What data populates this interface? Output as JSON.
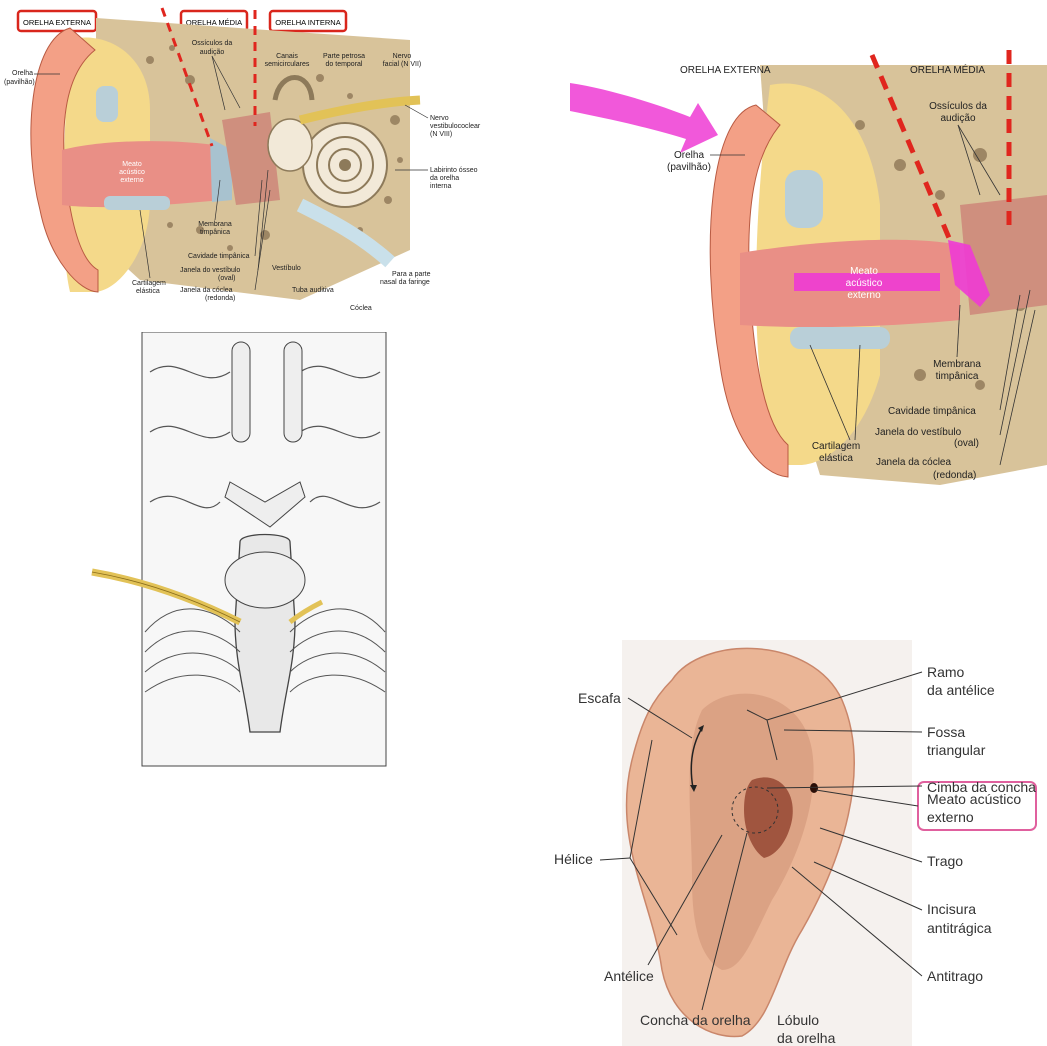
{
  "colors": {
    "red_dash": "#e0261e",
    "red_box": "#d9261c",
    "magenta": "#ee3bd4",
    "skin": "#f3a086",
    "canal": "#e98f86",
    "bone": "#d8c39a",
    "fat": "#f4d98a",
    "cartilage": "#b9cfd8",
    "nerve": "#e2c257",
    "leader": "#333333",
    "pink_box": "#e0609e"
  },
  "panel_top_left": {
    "headers": [
      "ORELHA EXTERNA",
      "ORELHA MÉDIA",
      "ORELHA INTERNA"
    ],
    "labels": {
      "orelha_1": "Orelha",
      "orelha_2": "(pavilhão)",
      "ossiculos_1": "Ossículos da",
      "ossiculos_2": "audição",
      "canais_1": "Canais",
      "canais_2": "semicirculares",
      "petrosa_1": "Parte petrosa",
      "petrosa_2": "do temporal",
      "facial_1": "Nervo",
      "facial_2": "facial (N VII)",
      "vestcoc_1": "Nervo",
      "vestcoc_2": "vestibulococlear",
      "vestcoc_3": "(N VIII)",
      "labirinto_1": "Labirinto ósseo",
      "labirinto_2": "da orelha",
      "labirinto_3": "interna",
      "meato_1": "Meato",
      "meato_2": "acústico",
      "meato_3": "externo",
      "membrana_1": "Membrana",
      "membrana_2": "timpânica",
      "cavidade": "Cavidade timpânica",
      "janela_vest_1": "Janela do vestíbulo",
      "janela_vest_2": "(oval)",
      "janela_coc_1": "Janela da cóclea",
      "janela_coc_2": "(redonda)",
      "cartilagem_1": "Cartilagem",
      "cartilagem_2": "elástica",
      "vestibulo": "Vestíbulo",
      "tuba": "Tuba auditiva",
      "coclea": "Cóclea",
      "faringe_1": "Para a parte",
      "faringe_2": "nasal da faringe"
    }
  },
  "panel_top_right": {
    "headers": [
      "ORELHA EXTERNA",
      "ORELHA MÉDIA"
    ],
    "labels": {
      "orelha_1": "Orelha",
      "orelha_2": "(pavilhão)",
      "ossiculos_1": "Ossículos da",
      "ossiculos_2": "audição",
      "meato_1": "Meato",
      "meato_2": "acústico",
      "meato_3": "externo",
      "membrana_1": "Membrana",
      "membrana_2": "timpânica",
      "cavidade": "Cavidade timpânica",
      "janela_vest_1": "Janela do vestíbulo",
      "janela_vest_2": "(oval)",
      "janela_coc_1": "Janela da cóclea",
      "janela_coc_2": "(redonda)",
      "cartilagem_1": "Cartilagem",
      "cartilagem_2": "elástica"
    }
  },
  "panel_bottom_right": {
    "labels": {
      "escafa": "Escafa",
      "ramo_1": "Ramo",
      "ramo_2": "da antélice",
      "fossa_1": "Fossa",
      "fossa_2": "triangular",
      "cimba": "Cimba da concha",
      "meato_1": "Meato acústico",
      "meato_2": "externo",
      "helice": "Hélice",
      "trago": "Trago",
      "incisura_1": "Incisura",
      "incisura_2": "antitrágica",
      "antitrago": "Antitrago",
      "antelice": "Antélice",
      "concha": "Concha da orelha",
      "lobulo_1": "Lóbulo",
      "lobulo_2": "da orelha"
    }
  }
}
